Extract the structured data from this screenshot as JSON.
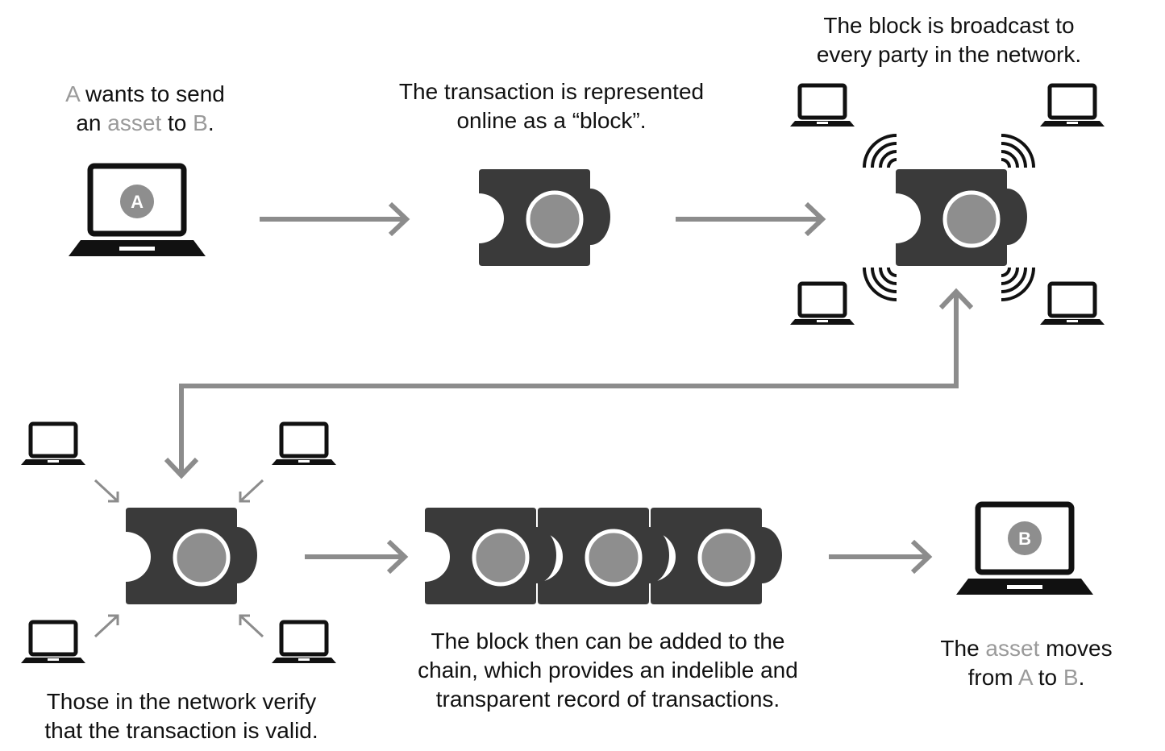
{
  "colors": {
    "block": "#3a3a3a",
    "circle": "#8e8e8e",
    "arrow": "#8c8c8c",
    "text": "#111111",
    "highlight": "#9a9a9a"
  },
  "step1": {
    "w_a": "A",
    "w_rest": " wants to send",
    "w_an": "an ",
    "w_asset": "asset",
    "w_to": " to ",
    "w_b": "B",
    "w_dot": ".",
    "laptop_letter": "A"
  },
  "step2": {
    "line1": "The transaction is represented",
    "line2": "online as a “block”."
  },
  "step3": {
    "line1": "The block is broadcast to",
    "line2": "every party in the network."
  },
  "step4": {
    "line1": "Those in the network verify",
    "line2": "that the transaction is valid."
  },
  "step5": {
    "line1": "The block then can be added to the",
    "line2": "chain, which provides an indelible and",
    "line3": "transparent record of transactions."
  },
  "step6": {
    "w_the": "The ",
    "w_asset": "asset",
    "w_moves": " moves",
    "w_from": "from ",
    "w_a": "A",
    "w_to": " to ",
    "w_b": "B",
    "w_dot": ".",
    "laptop_letter": "B"
  }
}
